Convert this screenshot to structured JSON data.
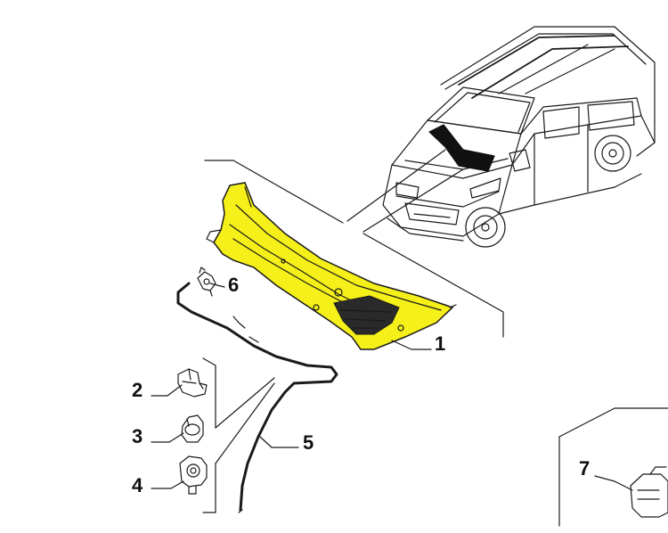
{
  "colors": {
    "highlight": "#f5ef1a",
    "ink": "#1a1a1a",
    "background": "#ffffff"
  },
  "callouts": [
    {
      "id": "part-1",
      "label": "1",
      "highlighted": true
    },
    {
      "id": "part-2",
      "label": "2",
      "highlighted": false
    },
    {
      "id": "part-3",
      "label": "3",
      "highlighted": false
    },
    {
      "id": "part-4",
      "label": "4",
      "highlighted": false
    },
    {
      "id": "part-5",
      "label": "5",
      "highlighted": false
    },
    {
      "id": "part-6",
      "label": "6",
      "highlighted": false
    },
    {
      "id": "part-7",
      "label": "7",
      "highlighted": false
    }
  ]
}
